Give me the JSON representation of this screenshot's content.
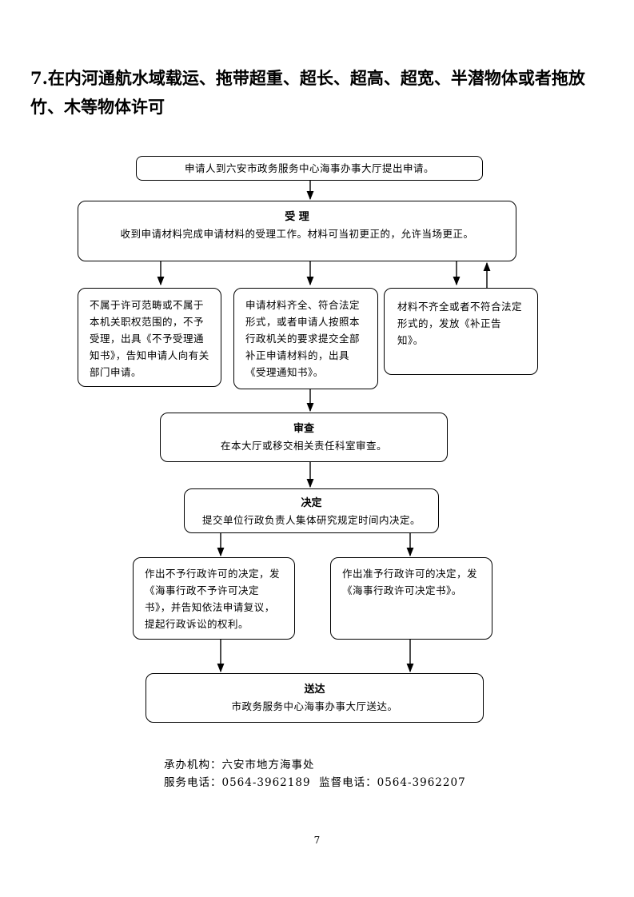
{
  "title": "7.在内河通航水域载运、拖带超重、超长、超高、超宽、半潜物体或者拖放竹、木等物体许可",
  "flow": {
    "apply": "申请人到六安市政务服务中心海事办事大厅提出申请。",
    "accept": {
      "heading": "受 理",
      "text": "收到申请材料完成申请材料的受理工作。材料可当初更正的，允许当场更正。"
    },
    "reject_scope": "不属于许可范畴或不属于本机关职权范围的，不予受理，出具《不予受理通知书》，告知申请人向有关部门申请。",
    "complete": "申请材料齐全、符合法定形式，或者申请人按照本行政机关的要求提交全部补正申请材料的，出具《受理通知书》。",
    "incomplete": "材料不齐全或者不符合法定形式的，发放《补正告知》。",
    "review": {
      "heading": "审查",
      "text": "在本大厅或移交相关责任科室审查。"
    },
    "decide": {
      "heading": "决定",
      "text": "提交单位行政负责人集体研究规定时间内决定。"
    },
    "deny": "作出不予行政许可的决定，发《海事行政不予许可决定书》，并告知依法申请复议，提起行政诉讼的权利。",
    "grant": "作出准予行政许可的决定，发《海事行政许可决定书》。",
    "deliver": {
      "heading": "送达",
      "text": "市政务服务中心海事办事大厅送达。"
    }
  },
  "footer": {
    "org": "承办机构：六安市地方海事处",
    "phones": "服务电话：0564-3962189  监督电话：0564-3962207"
  },
  "page_number": "7"
}
